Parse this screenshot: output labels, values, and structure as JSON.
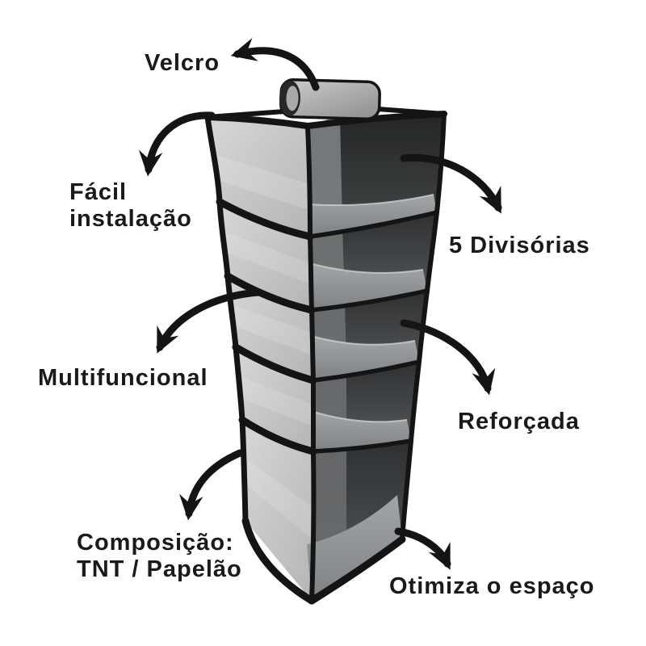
{
  "colors": {
    "background": "#ffffff",
    "text": "#1a1a1a",
    "arrow": "#141414",
    "trim": "#141414",
    "fabric_light": "#d7d7d7",
    "fabric_shade": "#b5b5b5",
    "interior_dark": "#2e3032",
    "interior_mid": "#595c5e",
    "shelf_light": "#a3a6a8",
    "shelf_shade": "#7e8183",
    "strap_light": "#cbcdcf",
    "strap_dark": "#8b8d8f"
  },
  "product": {
    "illustration": "hanging-fabric-closet-organizer",
    "compartments": 5
  },
  "labels": {
    "velcro": "Velcro",
    "facil_line1": "Fácil",
    "facil_line2": "instalação",
    "divisorias": "5 Divisórias",
    "multifuncional": "Multifuncional",
    "reforcada": "Reforçada",
    "composicao_line1": "Composição:",
    "composicao_line2": "TNT / Papelão",
    "otimiza": "Otimiza o espaço"
  }
}
